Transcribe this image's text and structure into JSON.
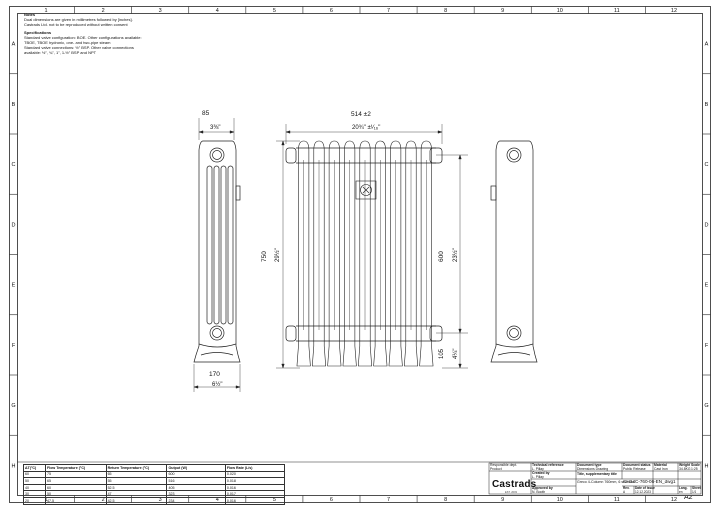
{
  "grid": {
    "columns": [
      "1",
      "2",
      "3",
      "4",
      "5",
      "6",
      "7",
      "8",
      "9",
      "10",
      "11",
      "12"
    ],
    "rows": [
      "A",
      "B",
      "C",
      "D",
      "E",
      "F",
      "G",
      "H"
    ]
  },
  "notes": {
    "title": "Notes",
    "lines": [
      "Dual dimensions are given in millimetres followed by [inches].",
      "Castrads Ltd. not to be reproduced without written consent"
    ],
    "spec_title": "Specifications",
    "spec_lines": [
      "Standard valve configuration: BOE. Other configurations available:",
      "TBOE, TBOE hydronic, one- and two-pipe steam",
      "Standard valve connections: ½\" BSP. Other valve connections",
      "available: ½\", ¾\", 1\", 1-½\" BSP and NPT"
    ]
  },
  "dimensions": {
    "depth_mm": "85",
    "depth_in": "3⅜\"",
    "width_mm": "514 ±2",
    "width_in": "20¾\" ±¹⁄₁₆\"",
    "height_mm": "750",
    "height_in": "29½\"",
    "centres_mm": "600",
    "centres_in": "23½\"",
    "foot_mm": "105",
    "foot_in": "4¼\"",
    "foot_width_mm": "170",
    "foot_width_in": "6½\""
  },
  "heat_table": {
    "headers": [
      "ΔT(°C)",
      "Flow Temperature (°C)",
      "Return Temperature (°C)",
      "Output (W)",
      "Flow Rate (L/s)"
    ],
    "rows": [
      [
        "60",
        "75",
        "65",
        "600",
        "0.020"
      ],
      [
        "50",
        "65",
        "55",
        "516",
        "0.018"
      ],
      [
        "40",
        "60",
        "52.5",
        "405",
        "0.016"
      ],
      [
        "30",
        "50",
        "47",
        "323",
        "0.017"
      ],
      [
        "20",
        "47.5",
        "42.5",
        "234",
        "0.016"
      ]
    ]
  },
  "title_block": {
    "responsible_dept_label": "Responsible dept.",
    "responsible_dept": "Product",
    "technical_ref_label": "Technical reference",
    "technical_ref": "L. Pillay",
    "document_type_label": "Document type",
    "document_type": "Dimensions Drawing",
    "document_status_label": "Document status",
    "document_status": "Public Release",
    "material_label": "Material",
    "material": "Cast Iron",
    "weight_label": "Weight",
    "weight": "34.8KG",
    "scale_label": "Scale",
    "scale": "1:25",
    "created_by_label": "Created by",
    "created_by": "L. Pillay",
    "title_label": "Title, supplementary title",
    "title": "Greco 4-Column 760mm, 6 sections",
    "approved_by_label": "Approved by",
    "approved_by": "N. Booth",
    "doc_number": "Cl-G4C-760-06-EN_dwg1",
    "rev_label": "Rev.",
    "rev": "A",
    "date_label": "Date of issue",
    "date": "12.12.2023",
    "lang_label": "Lang.",
    "lang": "en",
    "sheet_label": "Sheet",
    "sheet": "1/1",
    "company": "Castrads",
    "company_sub": "EST. 2003",
    "paper_size": "A2"
  }
}
